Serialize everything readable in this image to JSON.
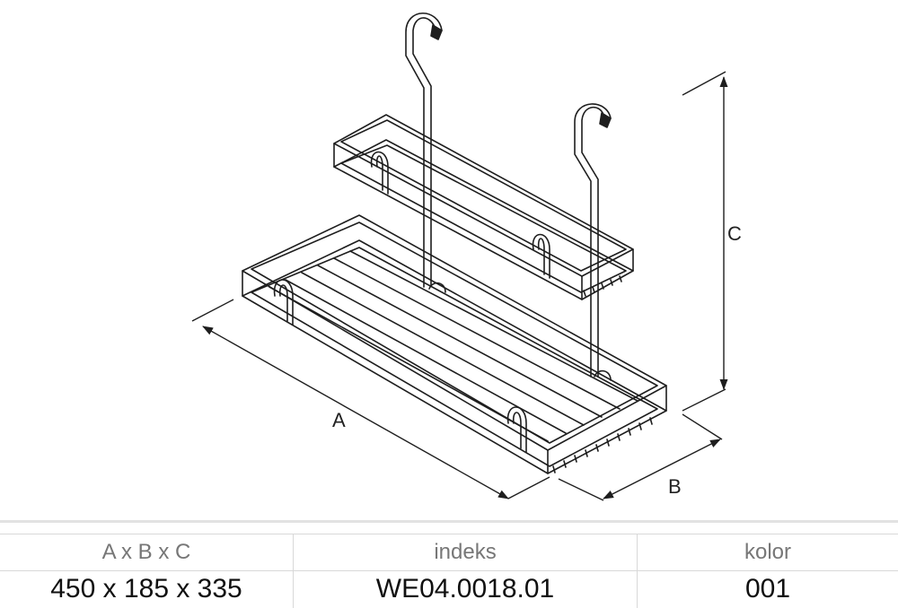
{
  "dimensions": {
    "a": "A",
    "b": "B",
    "c": "C"
  },
  "table": {
    "headers": [
      "A x B x C",
      "indeks",
      "kolor"
    ],
    "values": [
      "450 x 185 x 335",
      "WE04.0018.01",
      "001"
    ]
  },
  "colors": {
    "line": "#1e1e1e",
    "grid": "#d8d8d8",
    "header_text": "#777777"
  }
}
